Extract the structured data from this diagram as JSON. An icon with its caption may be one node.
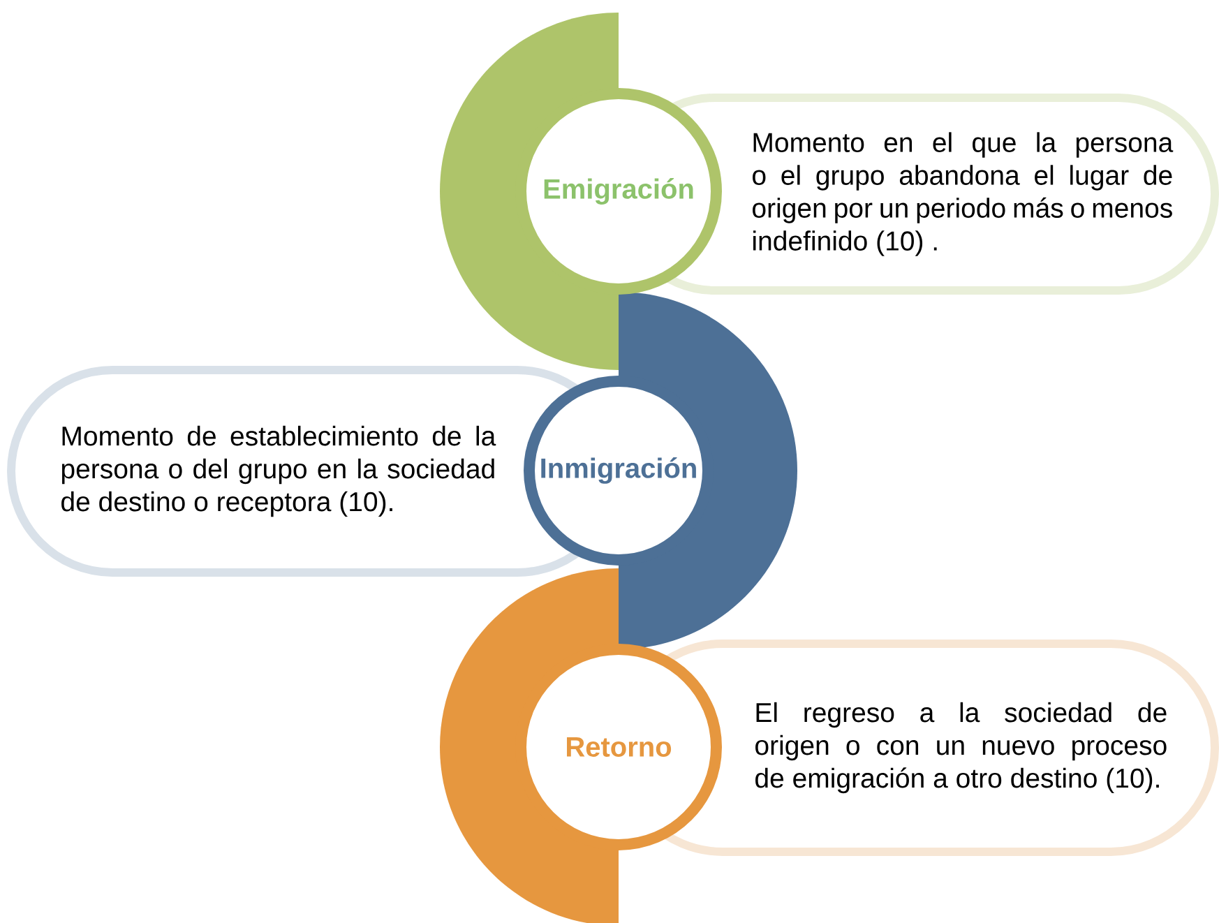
{
  "diagram": {
    "nodes": [
      {
        "text": [
          "Emigración"
        ]
      },
      {
        "text": [
          "Momento en el que la persona o el grupo abandona el lugar de origen por un periodo más o menos indefinido (10) ."
        ]
      },
      {
        "text": [
          "Momento de establecimiento de la persona o del grupo en la sociedad de destino o receptora (10)."
        ]
      },
      {
        "text": [
          "Inmigración"
        ]
      },
      {
        "text": [
          "Retorno"
        ]
      },
      {
        "text": [
          "El regreso a la sociedad de origen o con un nuevo proceso de emigración a otro destino (10)."
        ]
      }
    ]
  }
}
